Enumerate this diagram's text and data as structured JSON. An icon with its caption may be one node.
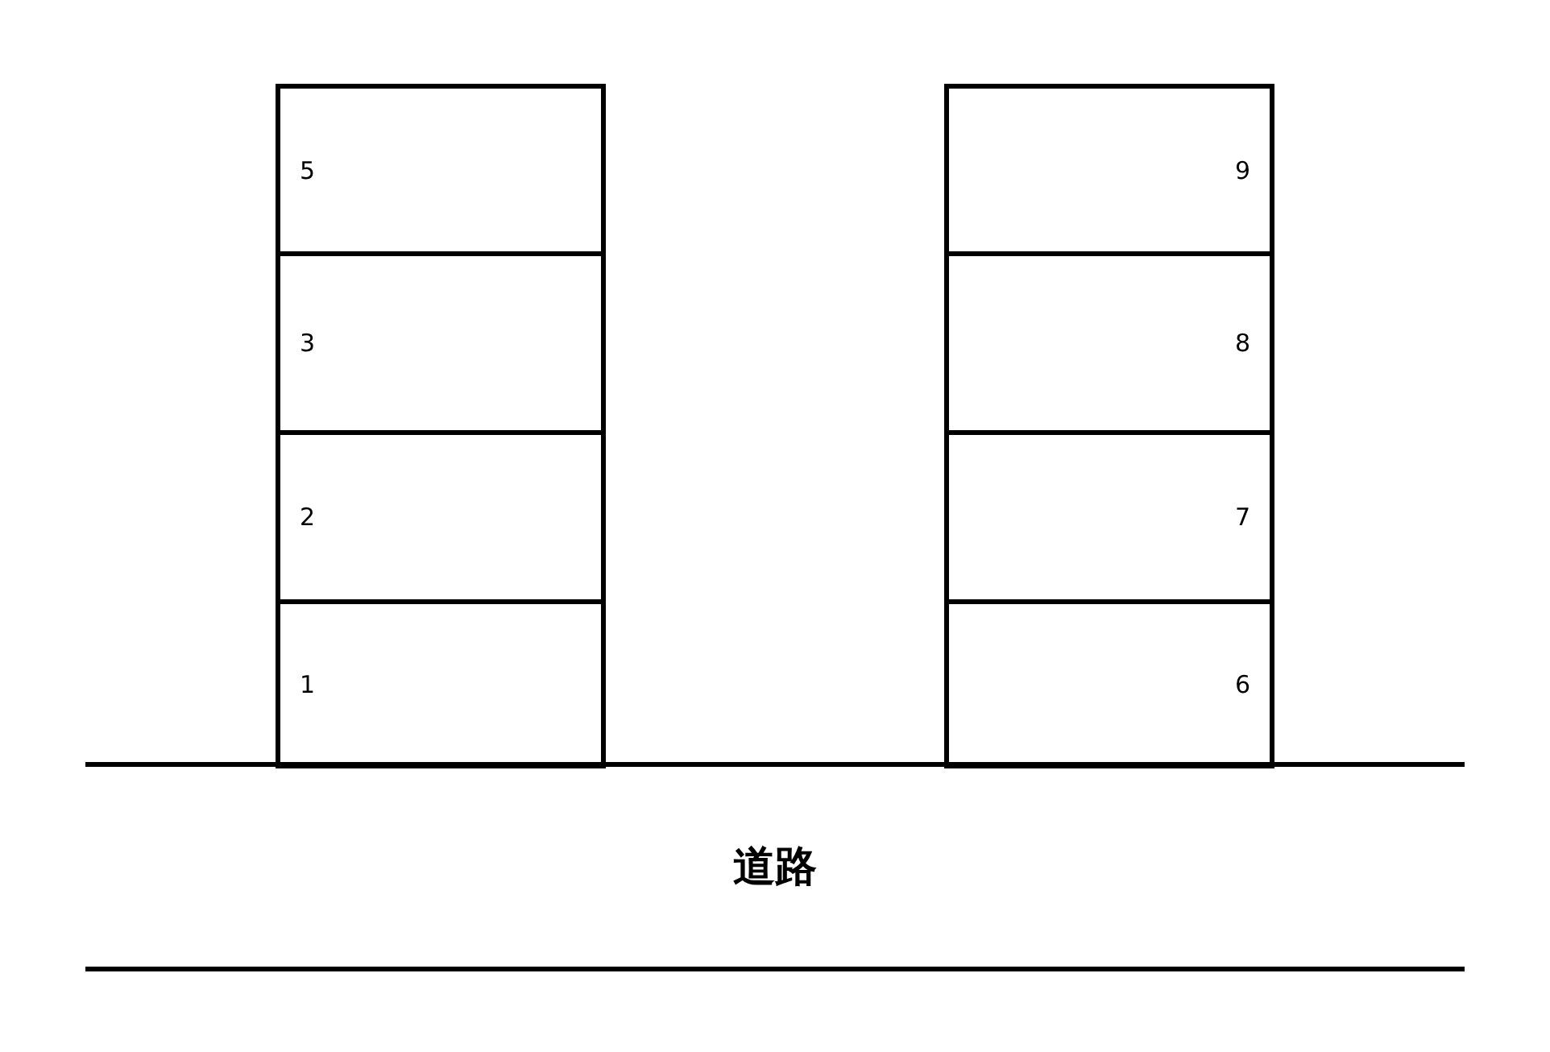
{
  "diagram": {
    "nodes": [
      {
        "text": [
          "5"
        ]
      },
      {
        "text": [
          "9"
        ]
      },
      {
        "text": [
          "3"
        ]
      },
      {
        "text": [
          "8"
        ]
      },
      {
        "text": [
          "2"
        ]
      },
      {
        "text": [
          "7"
        ]
      },
      {
        "text": [
          "1"
        ]
      },
      {
        "text": [
          "6"
        ]
      },
      {
        "text": [
          "道路"
        ]
      }
    ],
    "edges": []
  }
}
